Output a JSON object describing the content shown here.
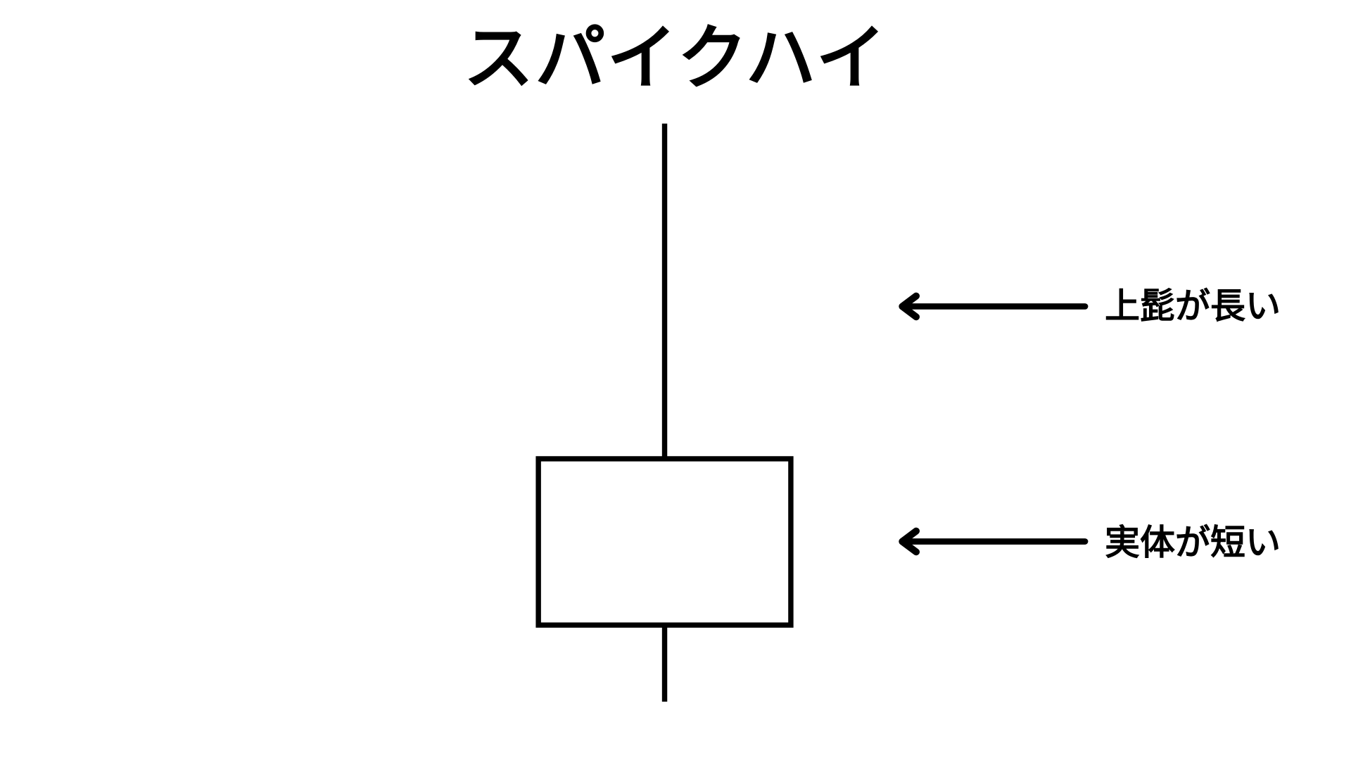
{
  "diagram": {
    "title": "スパイクハイ",
    "annotations": [
      {
        "id": "upper-wick",
        "text": "上髭が長い"
      },
      {
        "id": "body",
        "text": "実体が短い"
      }
    ],
    "colors": {
      "stroke": "#000000",
      "background": "#ffffff",
      "body_fill": "#ffffff"
    }
  }
}
